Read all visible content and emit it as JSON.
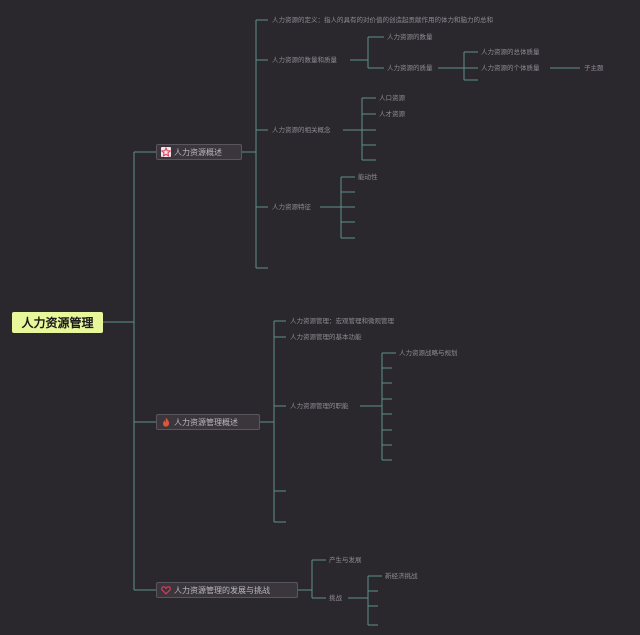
{
  "root": {
    "label": "人力资源管理"
  },
  "b1": {
    "label": "人力资源概述",
    "icon": "star-icon",
    "items": {
      "definition": "人力资源的定义：指人的具有的对价值的创造起贡献作用的体力和脑力的总和",
      "quantity_quality": "人力资源的数量和质量",
      "quantity": "人力资源的数量",
      "quality": "人力资源的质量",
      "total_quality": "人力资源的总体质量",
      "individual_quality": "人力资源的个体质量",
      "subtopic": "子主题",
      "related_concepts": "人力资源的相关概念",
      "population": "人口资源",
      "talent": "人才资源",
      "features": "人力资源特征",
      "initiative": "能动性"
    }
  },
  "b2": {
    "label": "人力资源管理概述",
    "icon": "fire-icon",
    "items": {
      "management": "人力资源管理：宏观管理和微观管理",
      "functions": "人力资源管理的基本功能",
      "objectives": "人力资源管理的职能",
      "strategy": "人力资源战略与规划"
    }
  },
  "b3": {
    "label": "人力资源管理的发展与挑战",
    "icon": "heart-icon",
    "items": {
      "origin": "产生与发展",
      "challenge": "挑战",
      "knowledge_economy": "新经济挑战"
    }
  },
  "colors": {
    "line": "#5c8f8a",
    "root_bg": "#e8f79a",
    "star": "#e0395b",
    "fire": "#e0543a",
    "heart": "#e0395b"
  }
}
